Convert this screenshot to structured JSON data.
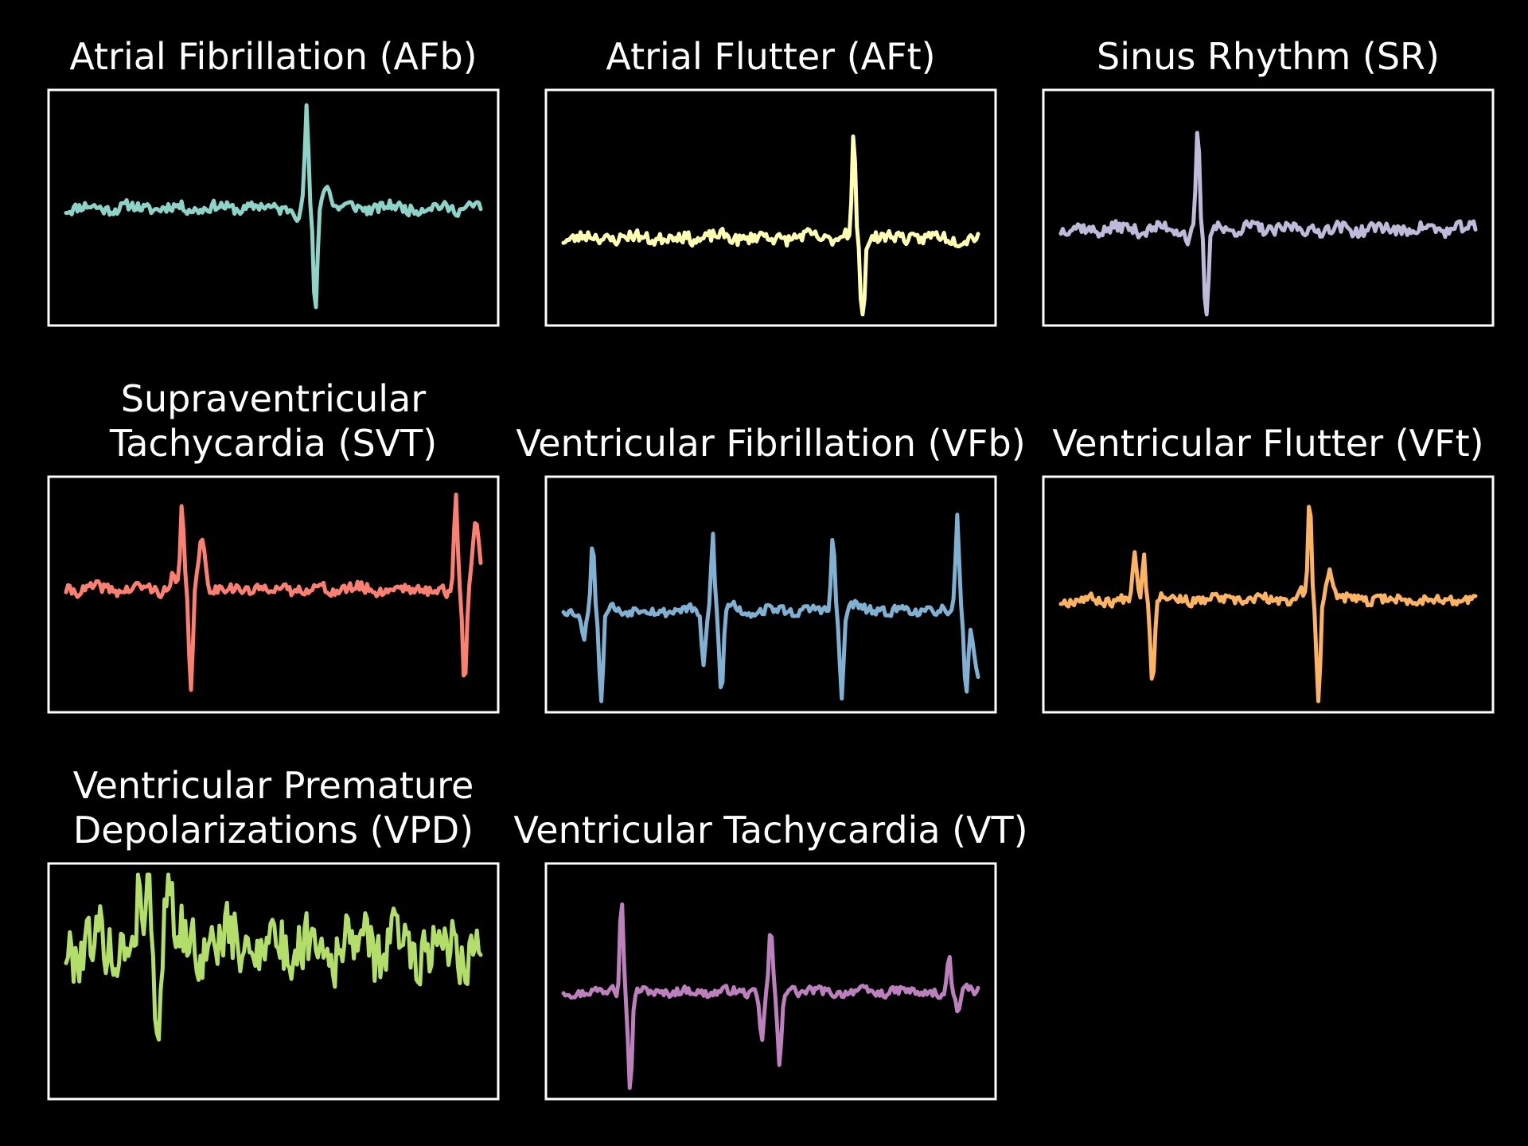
{
  "chart_data": [
    {
      "type": "line",
      "title_lines": [
        "Atrial Fibrillation (AFb)"
      ],
      "color": "#8dd3c7",
      "xticks": "none",
      "yticks": "none",
      "ylim": [
        -1,
        1
      ],
      "noise_amplitude": 0.045,
      "seed": 11,
      "baseline": 0.0,
      "beats": [
        {
          "x": 0.58,
          "q": -0.08,
          "r": 0.95,
          "s": -1.0,
          "t": 0.25
        }
      ]
    },
    {
      "type": "line",
      "title_lines": [
        "Atrial Flutter (AFt)"
      ],
      "color": "#ffffb3",
      "xticks": "none",
      "yticks": "none",
      "ylim": [
        -1,
        1
      ],
      "noise_amplitude": 0.05,
      "seed": 23,
      "baseline": -0.28,
      "beats": [
        {
          "x": 0.7,
          "q": 0.05,
          "r": 0.95,
          "s": -0.92,
          "t": 0.02
        }
      ]
    },
    {
      "type": "line",
      "title_lines": [
        "Sinus Rhythm (SR)"
      ],
      "color": "#bebada",
      "xticks": "none",
      "yticks": "none",
      "ylim": [
        -1,
        1
      ],
      "noise_amplitude": 0.05,
      "seed": 37,
      "baseline": -0.2,
      "beats": [
        {
          "x": 0.33,
          "q": -0.1,
          "r": 0.95,
          "s": -0.92,
          "t": 0.05
        }
      ]
    },
    {
      "type": "line",
      "title_lines": [
        "Supraventricular",
        "Tachycardia (SVT)"
      ],
      "color": "#fb8072",
      "xticks": "none",
      "yticks": "none",
      "ylim": [
        -1,
        1
      ],
      "noise_amplitude": 0.045,
      "seed": 41,
      "baseline": 0.05,
      "beats": [
        {
          "x": 0.28,
          "q": 0.12,
          "r": 0.78,
          "s": -0.92,
          "t": 0.45
        },
        {
          "x": 0.94,
          "q": -0.1,
          "r": 0.92,
          "s": -0.85,
          "t": 0.65
        }
      ]
    },
    {
      "type": "line",
      "title_lines": [
        "Ventricular Fibrillation (VFb)"
      ],
      "color": "#80b1d3",
      "xticks": "none",
      "yticks": "none",
      "ylim": [
        -1,
        1
      ],
      "noise_amplitude": 0.04,
      "seed": 53,
      "baseline": -0.15,
      "beats": [
        {
          "x": 0.07,
          "q": -0.25,
          "r": 0.65,
          "s": -0.9,
          "t": 0.05
        },
        {
          "x": 0.36,
          "q": -0.5,
          "r": 0.72,
          "s": -0.82,
          "t": 0.05
        },
        {
          "x": 0.65,
          "q": 0.0,
          "r": 0.72,
          "s": -0.82,
          "t": 0.05
        },
        {
          "x": 0.95,
          "q": -0.1,
          "r": 0.93,
          "s": -0.78,
          "t": -0.6
        }
      ]
    },
    {
      "type": "line",
      "title_lines": [
        "Ventricular Flutter (VFt)"
      ],
      "color": "#fdb462",
      "xticks": "none",
      "yticks": "none",
      "ylim": [
        -1,
        1
      ],
      "noise_amplitude": 0.04,
      "seed": 67,
      "baseline": -0.05,
      "beats": [
        {
          "x": 0.2,
          "q": 0.45,
          "r": 0.45,
          "s": -0.75,
          "t": 0.05
        },
        {
          "x": 0.6,
          "q": 0.12,
          "r": 0.93,
          "s": -0.92,
          "t": 0.3
        }
      ]
    },
    {
      "type": "line",
      "title_lines": [
        "Ventricular Premature",
        "Depolarizations (VPD)"
      ],
      "color": "#b3de69",
      "xticks": "none",
      "yticks": "none",
      "ylim": [
        -1,
        1
      ],
      "noise_amplitude": 0.24,
      "seed": 79,
      "baseline": 0.35,
      "beats": [
        {
          "x": 0.2,
          "q": 0.6,
          "r": 0.92,
          "s": -0.95,
          "t": 0.75
        }
      ]
    },
    {
      "type": "line",
      "title_lines": [
        "Ventricular Tachycardia (VT)"
      ],
      "color": "#bc80bd",
      "xticks": "none",
      "yticks": "none",
      "ylim": [
        -1,
        1
      ],
      "noise_amplitude": 0.035,
      "seed": 97,
      "baseline": -0.1,
      "beats": [
        {
          "x": 0.14,
          "q": 0.1,
          "r": 0.95,
          "s": -0.95,
          "t": 0.0
        },
        {
          "x": 0.5,
          "q": -0.45,
          "r": 0.6,
          "s": -0.72,
          "t": 0.05
        },
        {
          "x": 0.93,
          "q": -0.1,
          "r": 0.35,
          "s": -0.2,
          "t": 0.05
        }
      ]
    }
  ]
}
